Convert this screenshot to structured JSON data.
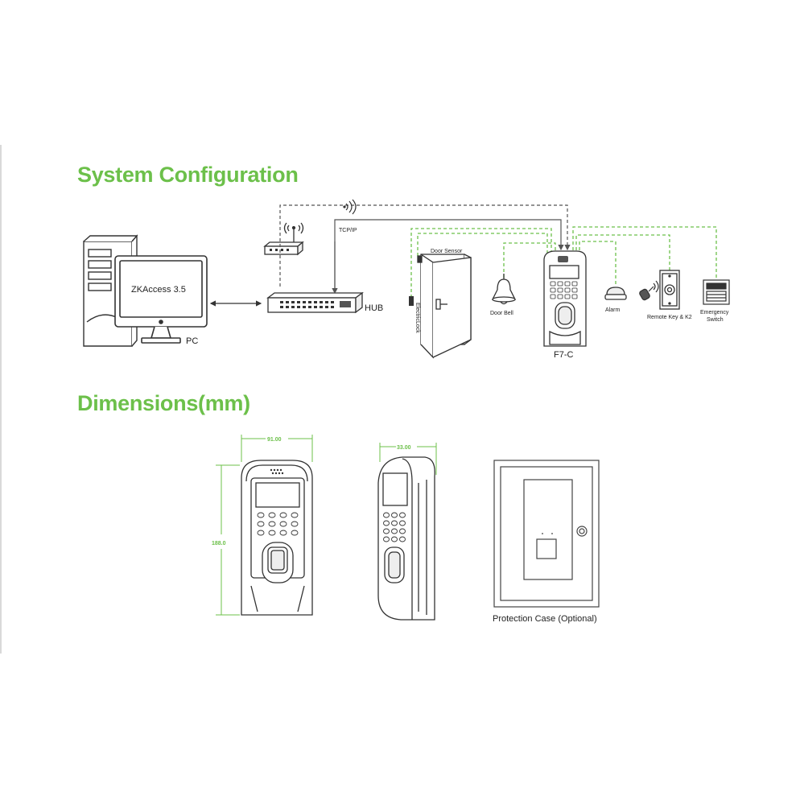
{
  "headings": {
    "system_configuration": "System Configuration",
    "dimensions": "Dimensions(mm)"
  },
  "system": {
    "pc_label": "PC",
    "monitor_text": "ZKAccess 3.5",
    "hub_label": "HUB",
    "tcpip_label": "TCP/IP",
    "door_sensor_label": "Door Sensor",
    "electric_lock_label": "ElectricLock",
    "door_bell_label": "Door Bell",
    "device_label": "F7-C",
    "alarm_label": "Alarm",
    "remote_key_label": "Remote Key & K2",
    "emergency_line1": "Emergency",
    "emergency_line2": "Switch"
  },
  "dimensions": {
    "front_width": "91.00",
    "side_depth": "33.00",
    "height": "188.0",
    "case_label": "Protection Case (Optional)"
  },
  "colors": {
    "accent_green": "#6cc04a",
    "line_gray": "#555555",
    "outline": "#333333"
  }
}
